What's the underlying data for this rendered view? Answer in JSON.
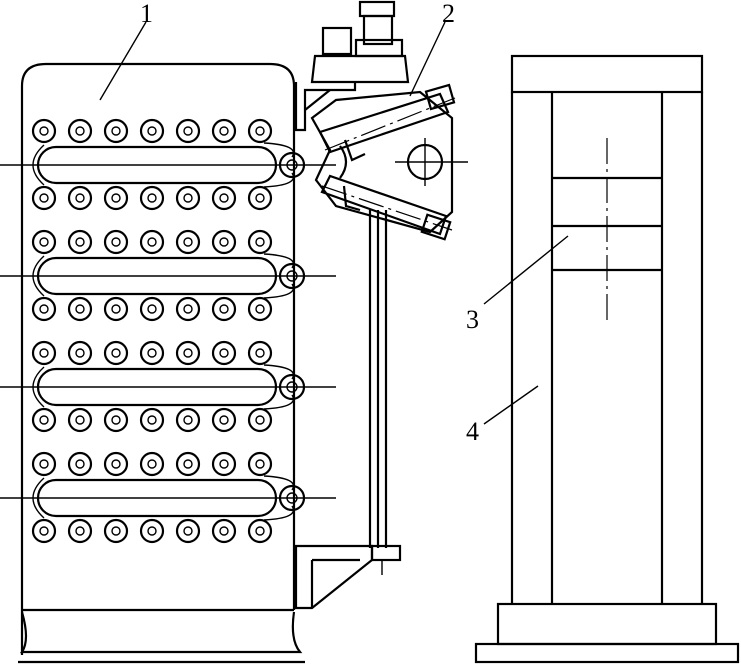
{
  "callouts": [
    {
      "id": "1",
      "text": "1"
    },
    {
      "id": "2",
      "text": "2"
    },
    {
      "id": "3",
      "text": "3"
    },
    {
      "id": "4",
      "text": "4"
    }
  ],
  "roller_groups": 4,
  "rollers_per_row": 7
}
